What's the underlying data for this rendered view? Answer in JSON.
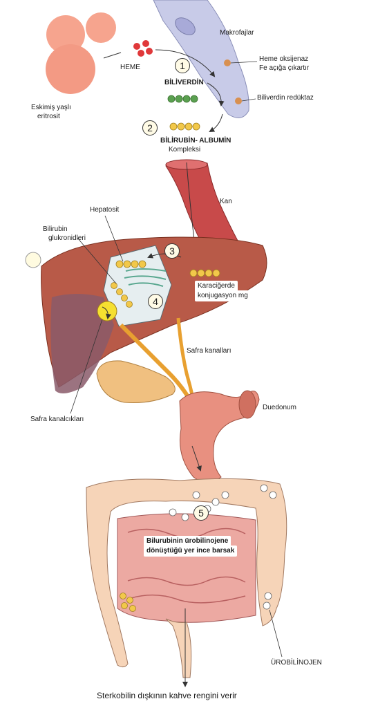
{
  "labels": {
    "makrofajlar": "Makrofajlar",
    "heme": "HEME",
    "heme_oksijenaz": "Heme oksijenaz",
    "fe_aciga": "Fe açığa çıkartır",
    "biliverdin": "BİLİVERDİN",
    "biliverdin_reduktaz": "Biliverdin redüktaz",
    "eritrosit_1": "Eskimiş yaşlı",
    "eritrosit_2": "eritrosit",
    "bilirubin_albumin": "BİLİRUBİN- ALBUMİN",
    "kompleksi": "Kompleksi",
    "kan": "Kan",
    "hepatosit": "Hepatosit",
    "bilirubin_glukronid_1": "Bilirubin",
    "bilirubin_glukronid_2": "glukronidleri",
    "karacigerde_1": "Karaciğerde",
    "karacigerde_2": "konjugasyon mg",
    "safra_kanallari": "Safra kanalları",
    "safra_kanalciklari": "Safra kanalcıkları",
    "duedonum": "Duedonum",
    "ince_barsak_1": "Bilurubinin ürobilinojene",
    "ince_barsak_2": "dönüştüğü yer ince barsak",
    "urobilinojen": "ÜROBİLİNOJEN",
    "sterkobilin": "Sterkobilin dışkının kahve rengini verir"
  },
  "steps": [
    "1",
    "2",
    "3",
    "4",
    "5"
  ],
  "colors": {
    "erythrocyte": "#f4a08c",
    "heme": "#e0383a",
    "biliverdin": "#5aa050",
    "bilirubin": "#f2c84a",
    "macrophage": "#c8cbe8",
    "blood_vessel": "#c84a4a",
    "liver": "#b85a48",
    "gallbladder": "#f0c080",
    "bile_duct": "#e8a030",
    "intestine": "#f6d4b8",
    "stomach": "#e89080"
  }
}
